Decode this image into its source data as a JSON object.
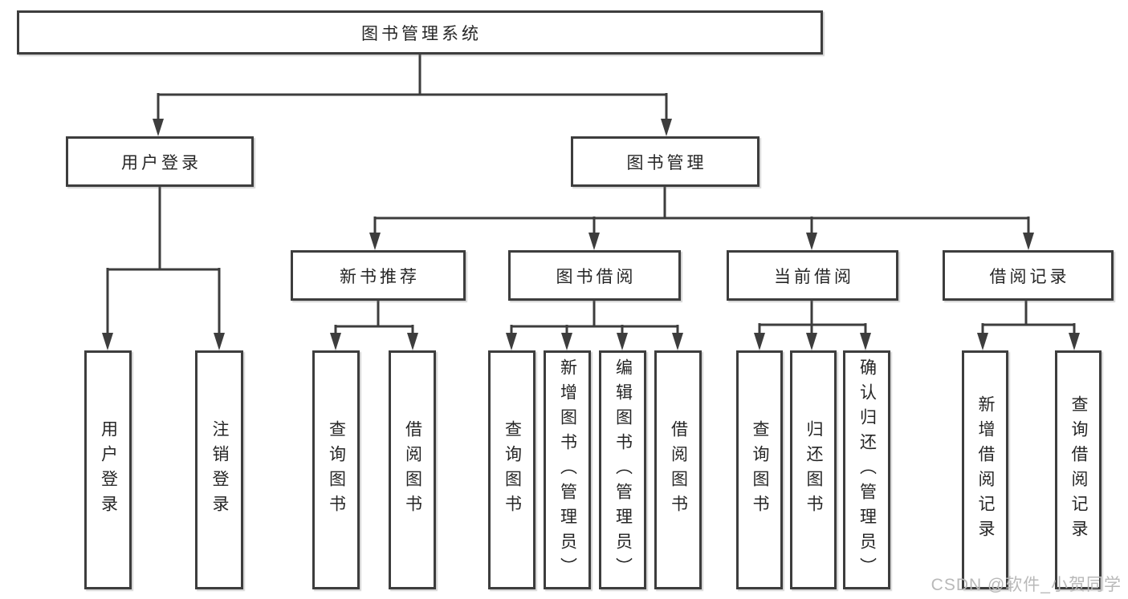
{
  "diagram": {
    "root": {
      "label": "图书管理系统"
    },
    "level2": [
      {
        "label": "用户登录"
      },
      {
        "label": "图书管理"
      }
    ],
    "level3": [
      {
        "label": "新书推荐"
      },
      {
        "label": "图书借阅"
      },
      {
        "label": "当前借阅"
      },
      {
        "label": "借阅记录"
      }
    ],
    "leaves": [
      {
        "label": "用户登录"
      },
      {
        "label": "注销登录"
      },
      {
        "label": "查询图书"
      },
      {
        "label": "借阅图书"
      },
      {
        "label": "查询图书"
      },
      {
        "label": "新增图书（管理员）"
      },
      {
        "label": "编辑图书（管理员）"
      },
      {
        "label": "借阅图书"
      },
      {
        "label": "查询图书"
      },
      {
        "label": "归还图书"
      },
      {
        "label": "确认归还（管理员）"
      },
      {
        "label": "新增借阅记录"
      },
      {
        "label": "查询借阅记录"
      }
    ]
  },
  "watermark": {
    "text": "CSDN @软件_小贺同学"
  },
  "colors": {
    "line": "#3d3d3d",
    "box_border": "#3d3d3d",
    "box_fill": "#ffffff",
    "text": "#262626",
    "watermark": "#b9b9b9",
    "background": "#ffffff"
  }
}
